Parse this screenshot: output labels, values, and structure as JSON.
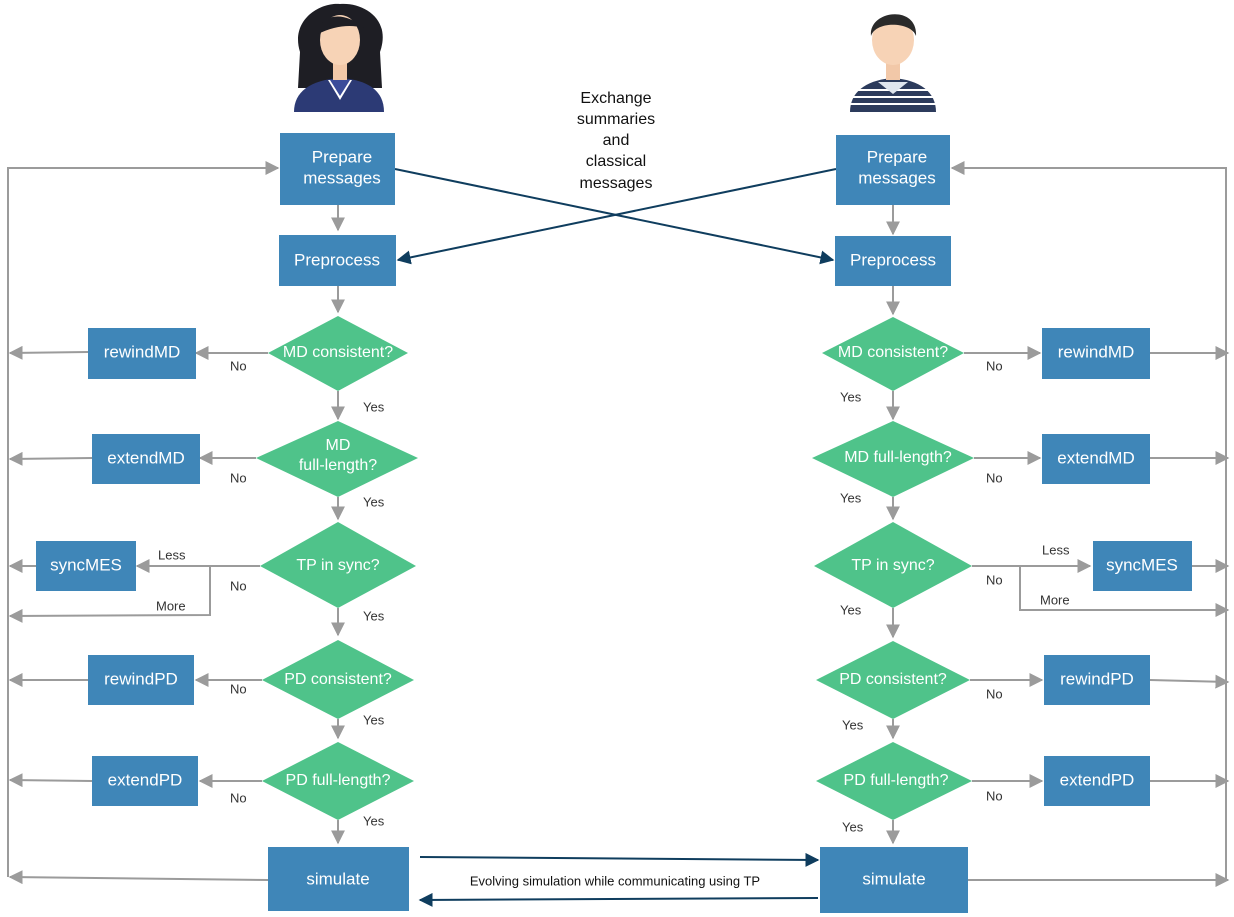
{
  "colors": {
    "process_box": "#3f86b8",
    "decision": "#4fc38a",
    "flow_line": "#9b9b9b",
    "exchange_line": "#0f3d5e"
  },
  "icons": {
    "left_party": "woman-avatar-icon",
    "right_party": "man-avatar-icon"
  },
  "exchange_note": [
    "Exchange",
    "summaries",
    "and",
    "classical",
    "messages"
  ],
  "bottom_note": "Evolving simulation while communicating using TP",
  "labels": {
    "yes": "Yes",
    "no": "No",
    "less": "Less",
    "more": "More"
  },
  "steps": {
    "prepare": [
      "Prepare",
      "messages"
    ],
    "preprocess": "Preprocess",
    "rewind_md": "rewindMD",
    "extend_md": "extendMD",
    "sync_mes": "syncMES",
    "rewind_pd": "rewindPD",
    "extend_pd": "extendPD",
    "simulate": "simulate"
  },
  "decisions": {
    "md_consistent": "MD consistent?",
    "md_full_length_left": [
      "MD",
      "full-length?"
    ],
    "md_full_length_right": "MD full-length?",
    "tp_in_sync": "TP in sync?",
    "pd_consistent": "PD consistent?",
    "pd_full_length": "PD full-length?"
  }
}
